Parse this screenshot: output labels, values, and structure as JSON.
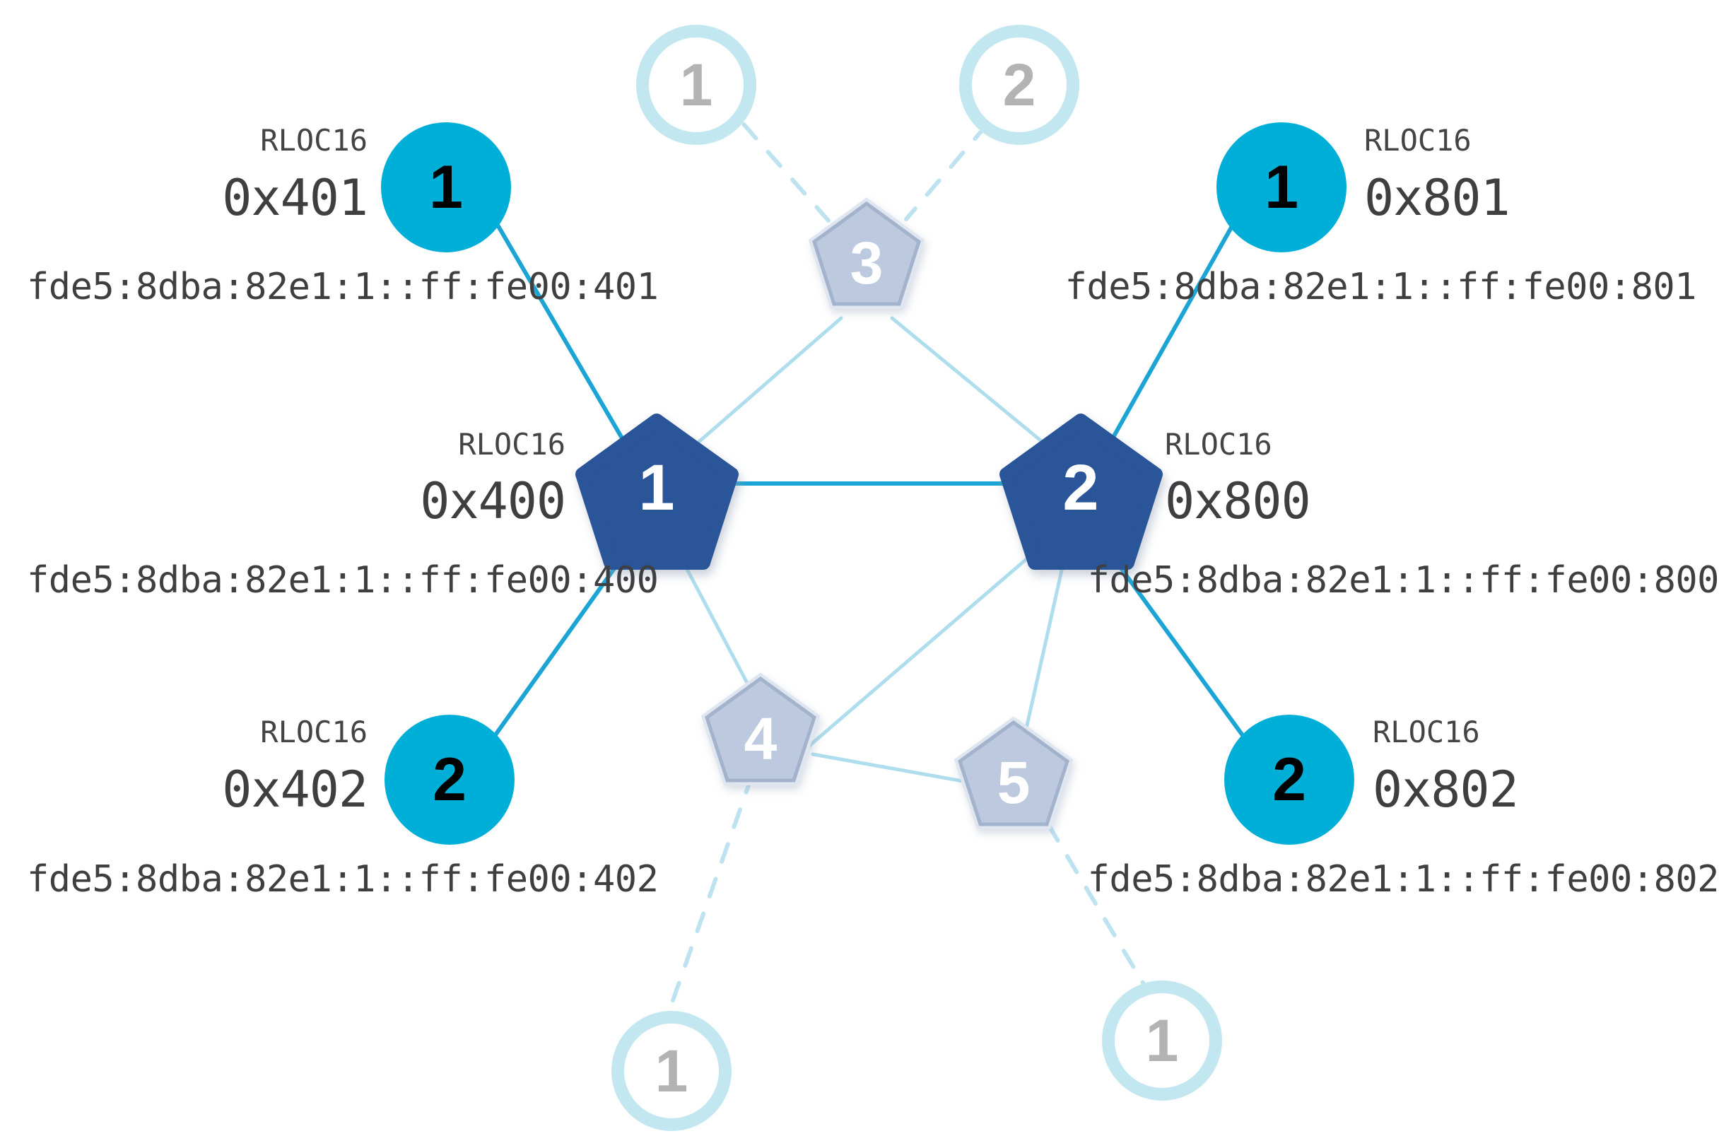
{
  "diagram": {
    "type": "thread-network-topology",
    "colors": {
      "child_fill": "#00AFD7",
      "router_fill": "#2B5499",
      "unknown_fill": "#BCC9DE",
      "unknown_stroke": "#A3B3CD",
      "hollow_ring": "#C2E7F0",
      "hollow_number": "#b3b3b3",
      "edge_solid_strong": "#1BA4D4",
      "edge_solid_faint": "#AEDDEE",
      "edge_dashed": "#BEE3F0",
      "text": "#3f3f42",
      "background": "#ffffff"
    },
    "routers": [
      {
        "id": "router-0x400",
        "shape": "pentagon",
        "badge": "1",
        "rloc16_label": "RLOC16",
        "rloc16": "0x400",
        "ipv6": "fde5:8dba:82e1:1::ff:fe00:400",
        "label_side": "left"
      },
      {
        "id": "router-0x800",
        "shape": "pentagon",
        "badge": "2",
        "rloc16_label": "RLOC16",
        "rloc16": "0x800",
        "ipv6": "fde5:8dba:82e1:1::ff:fe00:800",
        "label_side": "right"
      }
    ],
    "children": [
      {
        "id": "child-0x401",
        "shape": "circle",
        "badge": "1",
        "rloc16_label": "RLOC16",
        "rloc16": "0x401",
        "ipv6": "fde5:8dba:82e1:1::ff:fe00:401",
        "label_side": "left"
      },
      {
        "id": "child-0x801",
        "shape": "circle",
        "badge": "1",
        "rloc16_label": "RLOC16",
        "rloc16": "0x801",
        "ipv6": "fde5:8dba:82e1:1::ff:fe00:801",
        "label_side": "right"
      },
      {
        "id": "child-0x402",
        "shape": "circle",
        "badge": "2",
        "rloc16_label": "RLOC16",
        "rloc16": "0x402",
        "ipv6": "fde5:8dba:82e1:1::ff:fe00:402",
        "label_side": "left"
      },
      {
        "id": "child-0x802",
        "shape": "circle",
        "badge": "2",
        "rloc16_label": "RLOC16",
        "rloc16": "0x802",
        "ipv6": "fde5:8dba:82e1:1::ff:fe00:802",
        "label_side": "right"
      }
    ],
    "unknown_routers": [
      {
        "id": "unknown-3",
        "shape": "pentagon",
        "badge": "3"
      },
      {
        "id": "unknown-4",
        "shape": "pentagon",
        "badge": "4"
      },
      {
        "id": "unknown-5",
        "shape": "pentagon",
        "badge": "5"
      }
    ],
    "hollow_children": [
      {
        "id": "hollow-top-left",
        "badge": "1"
      },
      {
        "id": "hollow-top-right",
        "badge": "2"
      },
      {
        "id": "hollow-bottom-left",
        "badge": "1"
      },
      {
        "id": "hollow-bottom-right",
        "badge": "1"
      }
    ]
  }
}
